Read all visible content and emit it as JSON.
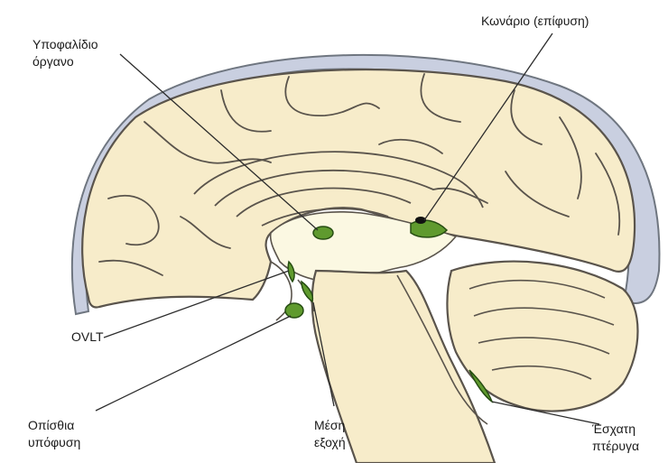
{
  "labels": {
    "subfornical": {
      "line1": "Υποφαλίδιο",
      "line2": "όργανο"
    },
    "pineal": {
      "text": "Κωνάριο (επίφυση)"
    },
    "ovlt": {
      "text": "OVLT"
    },
    "posterior_pituitary": {
      "line1": "Οπίσθια",
      "line2": "υπόφυση"
    },
    "median_eminence": {
      "line1": "Μέση",
      "line2": "εξοχή"
    },
    "area_postrema": {
      "line1": "Έσχατη",
      "line2": "πτέρυγα"
    }
  },
  "colors": {
    "skull": "#c9cfe0",
    "skull_outline": "#6f7680",
    "brain_fill": "#f7ecca",
    "ventricle_fill": "#fbf8e2",
    "outline": "#5a544c",
    "organ_green": "#5f9a2e",
    "organ_dark": "#264d12",
    "leader": "#2c2c2c"
  }
}
